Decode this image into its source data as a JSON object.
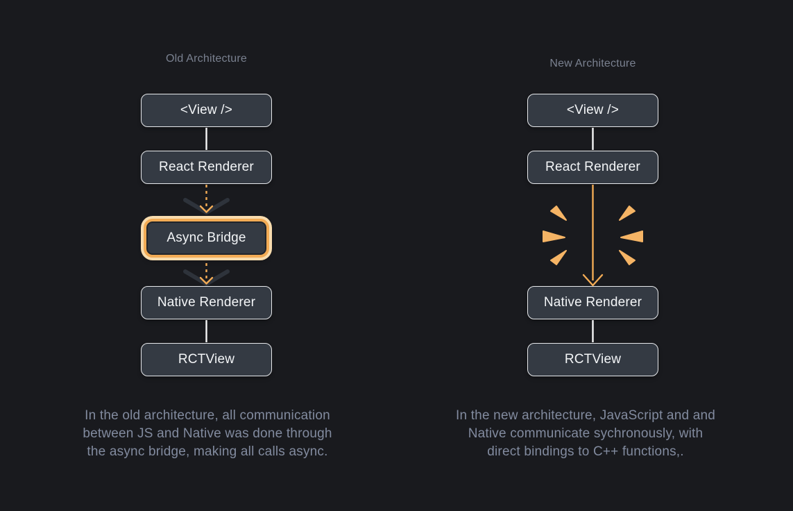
{
  "old": {
    "title": "Old Architecture",
    "nodes": [
      "<View />",
      "React Renderer",
      "Async Bridge",
      "Native Renderer",
      "RCTView"
    ],
    "caption_lines": [
      "In the old architecture, all communication",
      "between JS and Native was done through",
      "the async bridge, making all calls async."
    ]
  },
  "new": {
    "title": "New Architecture",
    "nodes": [
      "<View />",
      "React Renderer",
      "Native Renderer",
      "RCTView"
    ],
    "caption_lines": [
      "In the new architecture, JavaScript and and",
      "Native communicate sychronously, with",
      "direct bindings to C++ functions,."
    ]
  },
  "colors": {
    "background": "#191a1e",
    "node_background": "#343a43",
    "node_border": "#e7e9ec",
    "accent_orange": "#f2ab55",
    "bridge_halo": "#f8dcae",
    "spark_orange": "#f5b465",
    "chevron_gray": "#2e333b",
    "connector_white": "#f6f7f8",
    "title_gray": "#7a8190",
    "caption_gray": "#828b9f"
  }
}
